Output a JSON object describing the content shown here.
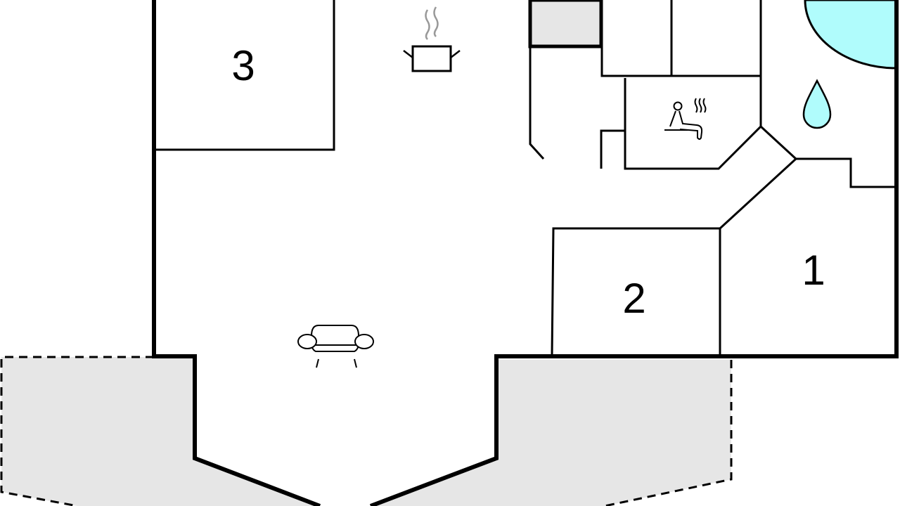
{
  "rooms": [
    {
      "id": "bedroom-3",
      "label": "3"
    },
    {
      "id": "bedroom-2",
      "label": "2"
    },
    {
      "id": "bedroom-1",
      "label": "1"
    }
  ],
  "icons": {
    "kitchen": "cooking-pot-icon",
    "sauna": "sauna-icon",
    "bathroom": "water-drop-icon",
    "living_room": "sofa-icon"
  },
  "colors": {
    "terrace": "#e6e6e6",
    "storage": "#e6e6e6",
    "pool": "#b0fcfc",
    "wall": "#000000"
  }
}
